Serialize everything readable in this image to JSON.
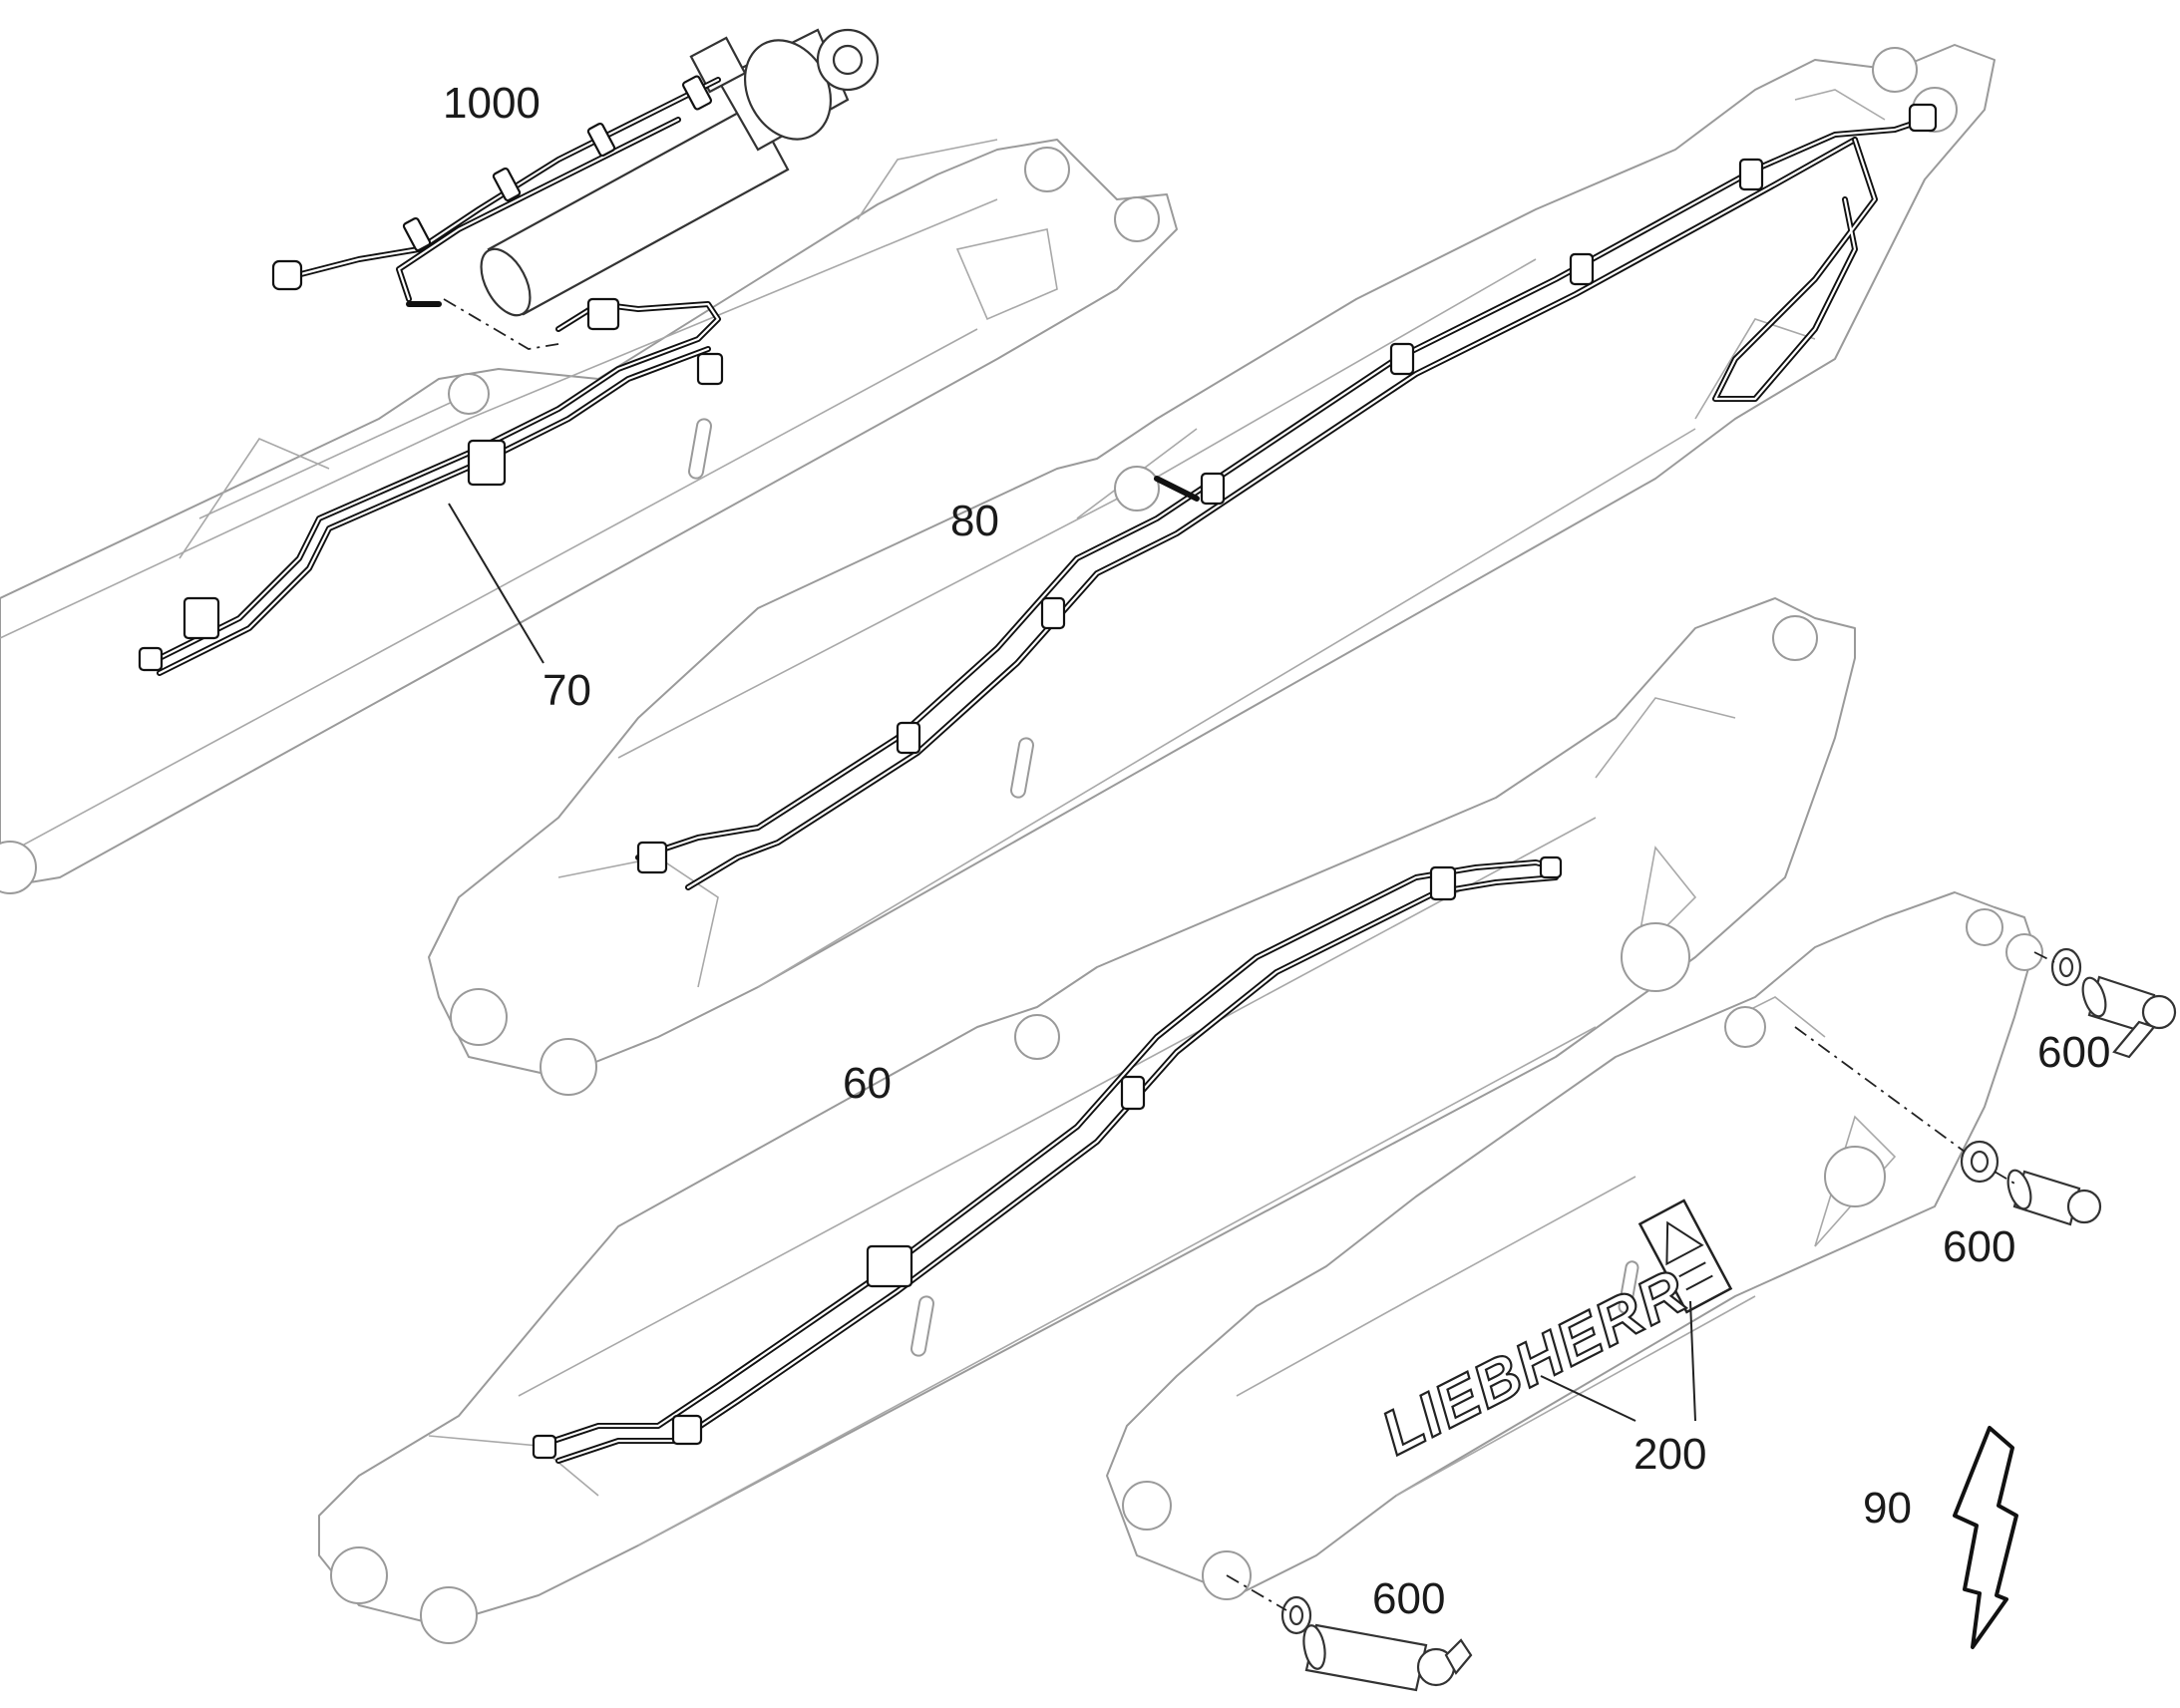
{
  "callouts": {
    "cylinder_hose_kit": "1000",
    "main_boom_lines": "80",
    "boom_lines_upper": "70",
    "boom_lines_lower": "60",
    "stick_assembly": "200",
    "bolt_top": "600",
    "bolt_middle": "600",
    "bolt_bottom": "600",
    "electrical_symbol": "90"
  },
  "stick_logo": {
    "brand": "LIEBHERR"
  },
  "colors": {
    "outline": "#9a9a9a",
    "hose": "#111111",
    "text": "#1a1a1a",
    "background": "#ffffff"
  },
  "icons": {
    "electrical_symbol": "lightning-bolt-icon",
    "warning_decal": "warning-decal-icon"
  }
}
